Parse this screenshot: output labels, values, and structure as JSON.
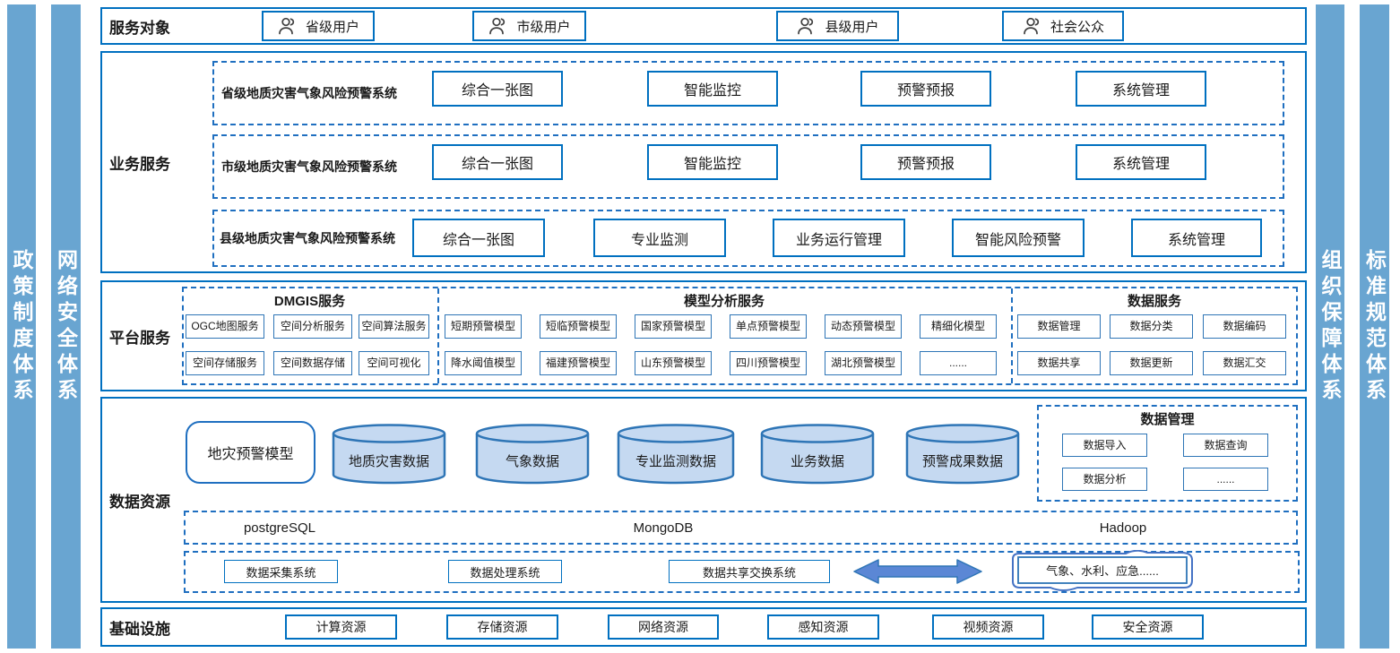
{
  "side_bars": {
    "left": [
      {
        "label": "政策制度体系"
      },
      {
        "label": "网络安全体系"
      }
    ],
    "right": [
      {
        "label": "组织保障体系"
      },
      {
        "label": "标准规范体系"
      }
    ]
  },
  "service_objects": {
    "label": "服务对象",
    "users": [
      "省级用户",
      "市级用户",
      "县级用户",
      "社会公众"
    ]
  },
  "business": {
    "label": "业务服务",
    "rows": [
      {
        "title": "省级地质灾害气象风险预警系统",
        "buttons": [
          "综合一张图",
          "智能监控",
          "预警预报",
          "系统管理"
        ]
      },
      {
        "title": "市级地质灾害气象风险预警系统",
        "buttons": [
          "综合一张图",
          "智能监控",
          "预警预报",
          "系统管理"
        ]
      },
      {
        "title": "县级地质灾害气象风险预警系统",
        "buttons": [
          "综合一张图",
          "专业监测",
          "业务运行管理",
          "智能风险预警",
          "系统管理"
        ]
      }
    ]
  },
  "platform": {
    "label": "平台服务",
    "groups": [
      {
        "title": "DMGIS服务",
        "rows": [
          [
            "OGC地图服务",
            "空间分析服务",
            "空间算法服务"
          ],
          [
            "空间存储服务",
            "空间数据存储",
            "空间可视化"
          ]
        ]
      },
      {
        "title": "模型分析服务",
        "rows": [
          [
            "短期预警模型",
            "短临预警模型",
            "国家预警模型",
            "单点预警模型",
            "动态预警模型",
            "精细化模型"
          ],
          [
            "降水阈值模型",
            "福建预警模型",
            "山东预警模型",
            "四川预警模型",
            "湖北预警模型",
            "......"
          ]
        ]
      },
      {
        "title": "数据服务",
        "rows": [
          [
            "数据管理",
            "数据分类",
            "数据编码"
          ],
          [
            "数据共享",
            "数据更新",
            "数据汇交"
          ]
        ]
      }
    ]
  },
  "data_resources": {
    "label": "数据资源",
    "model_box": "地灾预警模型",
    "cylinders": [
      "地质灾害数据",
      "气象数据",
      "专业监测数据",
      "业务数据",
      "预警成果数据"
    ],
    "data_mgmt": {
      "title": "数据管理",
      "items": [
        "数据导入",
        "数据查询",
        "数据分析",
        "......"
      ]
    },
    "databases": [
      "postgreSQL",
      "MongoDB",
      "Hadoop"
    ],
    "systems": [
      "数据采集系统",
      "数据处理系统",
      "数据共享交换系统"
    ],
    "external": "气象、水利、应急......"
  },
  "infrastructure": {
    "label": "基础设施",
    "items": [
      "计算资源",
      "存储资源",
      "网络资源",
      "感知资源",
      "视频资源",
      "安全资源"
    ]
  },
  "colors": {
    "bar": "#69a5d1",
    "border_blue": "#0070c0",
    "dashed_blue": "#1f6fc0",
    "cylinder_fill": "#c5d9f1",
    "cylinder_stroke": "#2e75b6",
    "arrow_fill": "#5b87d5"
  }
}
